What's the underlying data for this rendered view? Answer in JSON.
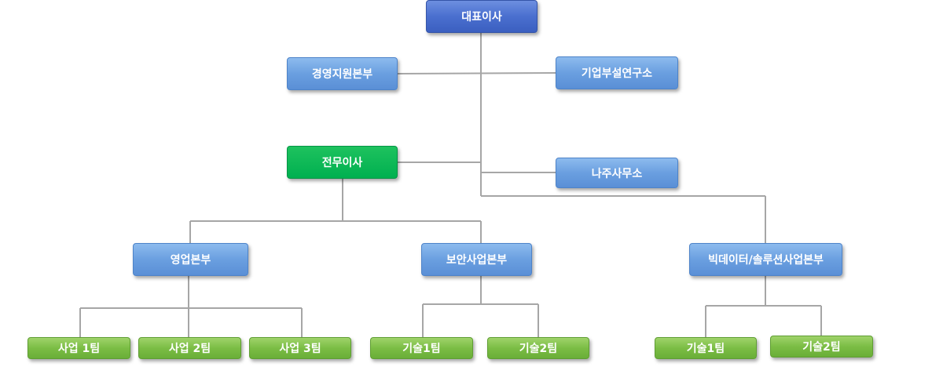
{
  "diagram": {
    "nodes": {
      "ceo": "대표이사",
      "management_support": "경영지원본부",
      "research_lab": "기업부설연구소",
      "executive_director": "전무이사",
      "naju_office": "나주사무소",
      "sales_division": "영업본부",
      "security_business": "보안사업본부",
      "bigdata_solution": "빅데이터/솔루션사업본부",
      "business_team_1": "사업 1팀",
      "business_team_2": "사업 2팀",
      "business_team_3": "사업 3팀",
      "tech_team_1_security": "기술1팀",
      "tech_team_2_security": "기술2팀",
      "tech_team_1_bigdata": "기술1팀",
      "tech_team_2_bigdata": "기술2팀"
    },
    "edges": [
      [
        "ceo",
        "management_support"
      ],
      [
        "ceo",
        "research_lab"
      ],
      [
        "ceo",
        "executive_director"
      ],
      [
        "ceo",
        "naju_office"
      ],
      [
        "ceo",
        "bigdata_solution"
      ],
      [
        "executive_director",
        "sales_division"
      ],
      [
        "executive_director",
        "security_business"
      ],
      [
        "sales_division",
        "business_team_1"
      ],
      [
        "sales_division",
        "business_team_2"
      ],
      [
        "sales_division",
        "business_team_3"
      ],
      [
        "security_business",
        "tech_team_1_security"
      ],
      [
        "security_business",
        "tech_team_2_security"
      ],
      [
        "bigdata_solution",
        "tech_team_1_bigdata"
      ],
      [
        "bigdata_solution",
        "tech_team_2_bigdata"
      ]
    ],
    "colors": {
      "top_node": "#4a6fcf",
      "division_node": "#6a9fe0",
      "executive_node": "#00b050",
      "team_node": "#7bbd45",
      "connector": "#a6a6a6"
    }
  }
}
